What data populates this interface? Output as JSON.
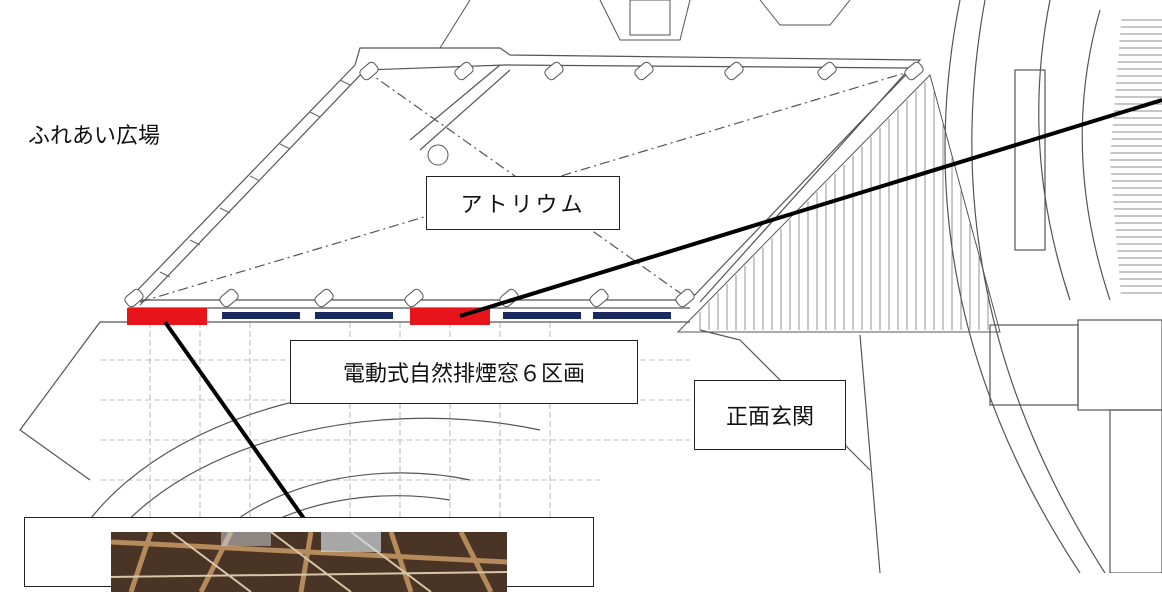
{
  "labels": {
    "plaza": "ふれあい広場",
    "atrium": "アトリウム",
    "windows": "電動式自然排煙窓６区画",
    "entrance": "正面玄関"
  },
  "colors": {
    "window_red": "#e8141b",
    "window_navy": "#1a2a5e",
    "line": "#555555",
    "leader": "#000000"
  },
  "windows": {
    "count": 6,
    "sequence": [
      "red",
      "navy",
      "navy",
      "red",
      "navy",
      "navy"
    ]
  }
}
